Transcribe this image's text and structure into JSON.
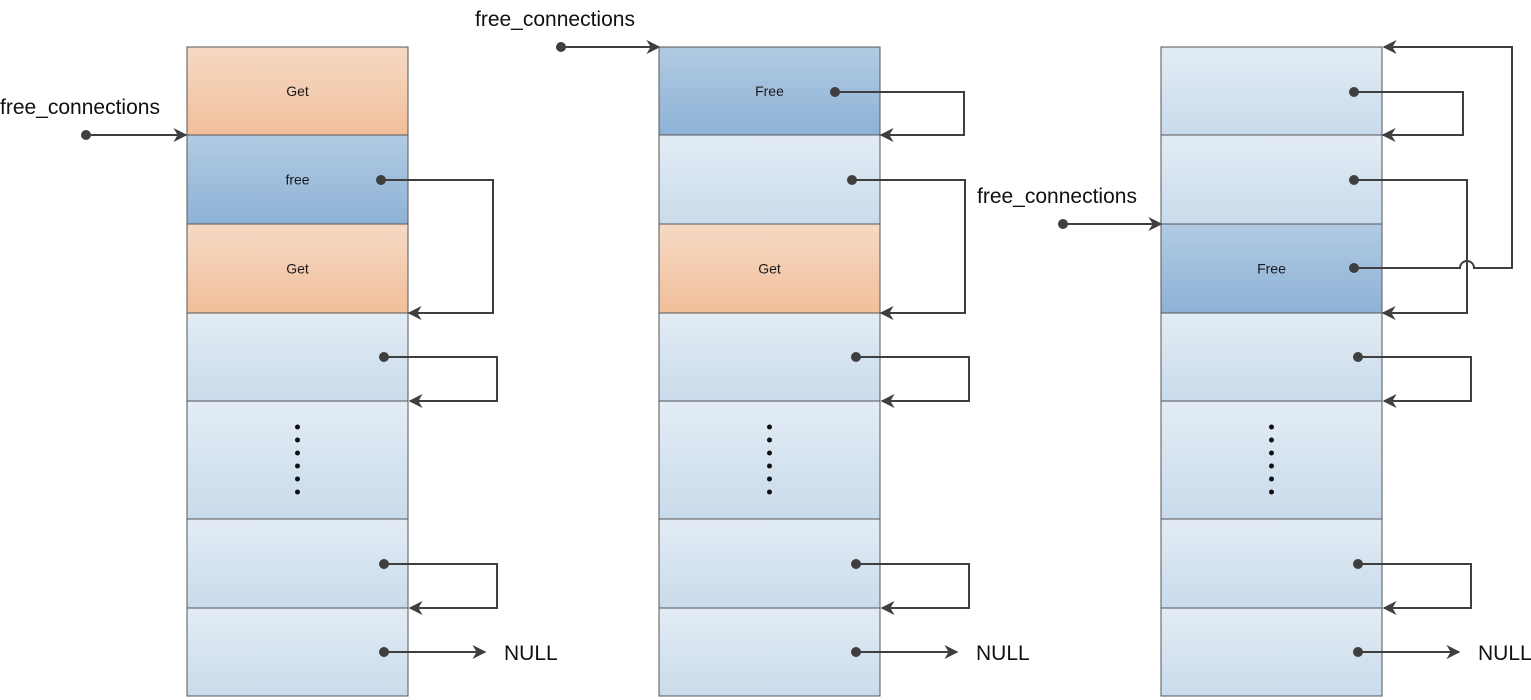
{
  "colors": {
    "get_top": "#f6d9c4",
    "get_bottom": "#f1bf9a",
    "free_top": "#b1cbe3",
    "free_bottom": "#8eb2d6",
    "empty_top": "#e3ecf5",
    "empty_bottom": "#c9dbeb",
    "line": "#3f3f3f"
  },
  "labels": {
    "head": "free_connections",
    "null": "NULL"
  },
  "columns": [
    {
      "cells": [
        {
          "kind": "get",
          "label": "Get"
        },
        {
          "kind": "free",
          "label": "free"
        },
        {
          "kind": "get",
          "label": "Get"
        },
        {
          "kind": "empty",
          "label": ""
        },
        {
          "kind": "ellipsis",
          "label": ""
        },
        {
          "kind": "empty",
          "label": ""
        },
        {
          "kind": "empty",
          "label": ""
        }
      ]
    },
    {
      "cells": [
        {
          "kind": "free",
          "label": "Free"
        },
        {
          "kind": "empty",
          "label": ""
        },
        {
          "kind": "get",
          "label": "Get"
        },
        {
          "kind": "empty",
          "label": ""
        },
        {
          "kind": "ellipsis",
          "label": ""
        },
        {
          "kind": "empty",
          "label": ""
        },
        {
          "kind": "empty",
          "label": ""
        }
      ]
    },
    {
      "cells": [
        {
          "kind": "empty",
          "label": ""
        },
        {
          "kind": "empty",
          "label": ""
        },
        {
          "kind": "free",
          "label": "Free"
        },
        {
          "kind": "empty",
          "label": ""
        },
        {
          "kind": "ellipsis",
          "label": ""
        },
        {
          "kind": "empty",
          "label": ""
        },
        {
          "kind": "empty",
          "label": ""
        }
      ]
    }
  ]
}
